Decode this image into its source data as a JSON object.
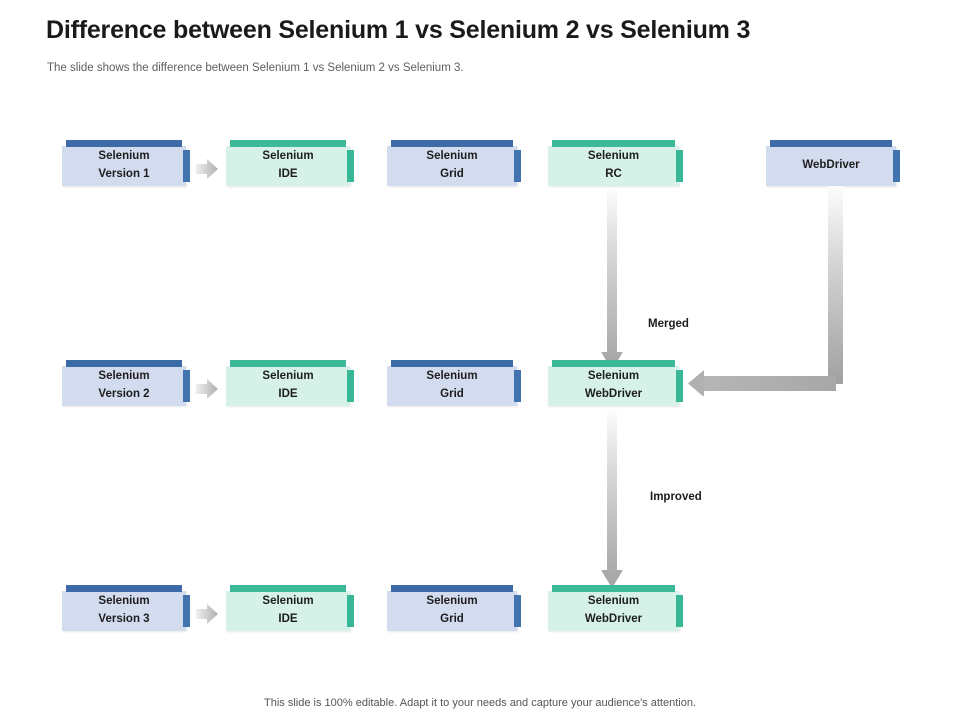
{
  "header": {
    "title": "Difference between Selenium 1 vs Selenium 2 vs Selenium 3",
    "subtitle": "The slide shows the difference between Selenium 1 vs Selenium 2 vs Selenium 3."
  },
  "footer": {
    "note": "This slide is 100% editable. Adapt it to your needs and capture your audience's attention."
  },
  "colors": {
    "blue_bar": "#3d6ba8",
    "blue_fill": "#d3dcef",
    "green_bar": "#3db99a",
    "green_fill": "#d6f1e8",
    "arrow_gray": "#a6a6a6",
    "title_text": "#1a1a1a",
    "subtitle_text": "#5f5f5f"
  },
  "rows": [
    {
      "name": "selenium-1",
      "nodes": [
        {
          "line1": "Selenium",
          "line2": "Version 1",
          "theme": "blue"
        },
        {
          "line1": "Selenium",
          "line2": "IDE",
          "theme": "green"
        },
        {
          "line1": "Selenium",
          "line2": "Grid",
          "theme": "blue"
        },
        {
          "line1": "Selenium",
          "line2": "RC",
          "theme": "green"
        },
        {
          "line1": "WebDriver",
          "line2": "",
          "theme": "blue"
        }
      ]
    },
    {
      "name": "selenium-2",
      "nodes": [
        {
          "line1": "Selenium",
          "line2": "Version 2",
          "theme": "blue"
        },
        {
          "line1": "Selenium",
          "line2": "IDE",
          "theme": "green"
        },
        {
          "line1": "Selenium",
          "line2": "Grid",
          "theme": "blue"
        },
        {
          "line1": "Selenium",
          "line2": "WebDriver",
          "theme": "green"
        }
      ]
    },
    {
      "name": "selenium-3",
      "nodes": [
        {
          "line1": "Selenium",
          "line2": "Version 3",
          "theme": "blue"
        },
        {
          "line1": "Selenium",
          "line2": "IDE",
          "theme": "green"
        },
        {
          "line1": "Selenium",
          "line2": "Grid",
          "theme": "blue"
        },
        {
          "line1": "Selenium",
          "line2": "WebDriver",
          "theme": "green"
        }
      ]
    }
  ],
  "flow_labels": {
    "merged": "Merged",
    "improved": "Improved"
  }
}
